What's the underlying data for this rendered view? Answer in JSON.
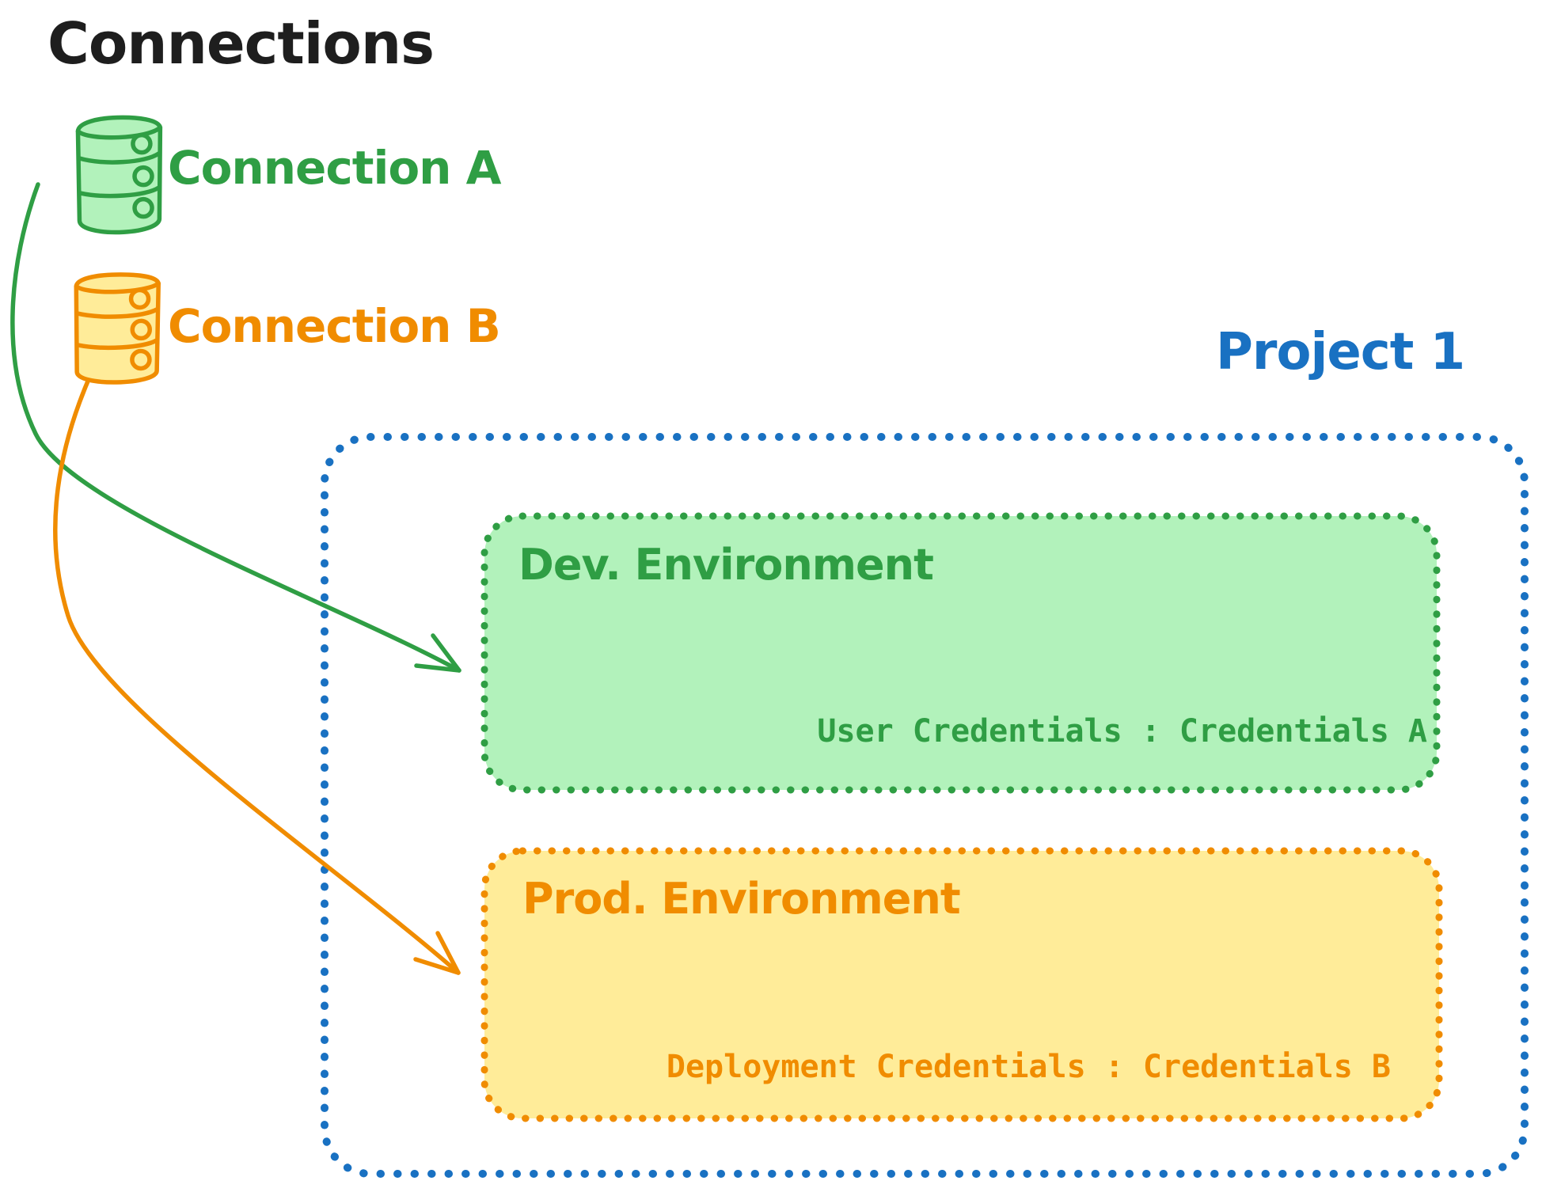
{
  "title": "Connections",
  "colors": {
    "text_black": "#1e1e1e",
    "green_stroke": "#2f9e44",
    "green_fill": "#b2f2bb",
    "orange_stroke": "#f08c00",
    "orange_fill": "#ffec99",
    "blue": "#1971c2",
    "background": "#ffffff"
  },
  "connections": [
    {
      "label": "Connection A",
      "icon": "database-icon",
      "color": "#2f9e44",
      "fill": "#b2f2bb"
    },
    {
      "label": "Connection B",
      "icon": "database-icon",
      "color": "#f08c00",
      "fill": "#ffec99"
    }
  ],
  "project": {
    "label": "Project 1",
    "color": "#1971c2",
    "environments": [
      {
        "title": "Dev. Environment",
        "credentials_label": "User Credentials : Credentials A",
        "color": "#2f9e44",
        "fill": "#b2f2bb"
      },
      {
        "title": "Prod. Environment",
        "credentials_label": "Deployment Credentials : Credentials B",
        "color": "#f08c00",
        "fill": "#ffec99"
      }
    ]
  },
  "arrows": [
    {
      "from": "Connection A",
      "to": "Dev. Environment",
      "color": "#2f9e44"
    },
    {
      "from": "Connection B",
      "to": "Prod. Environment",
      "color": "#f08c00"
    }
  ]
}
